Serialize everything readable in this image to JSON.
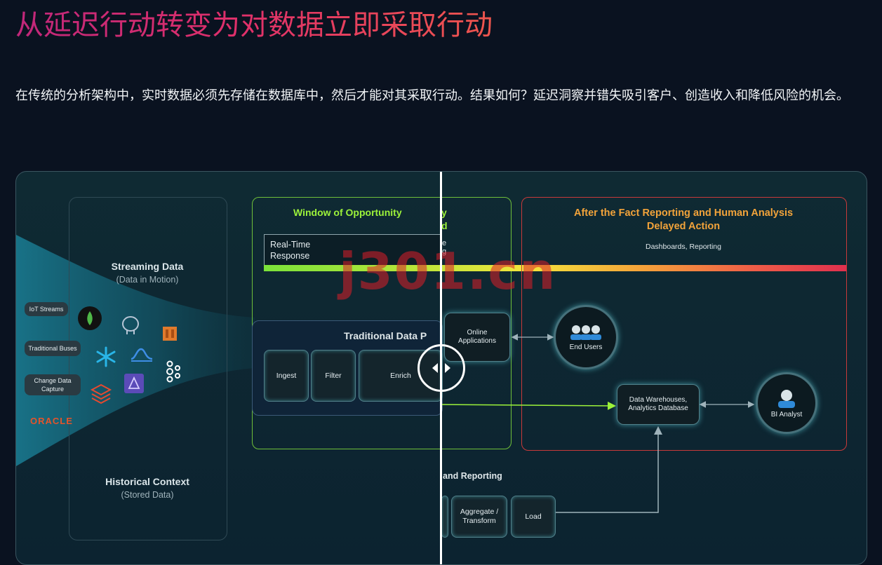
{
  "header": {
    "title": "从延迟行动转变为对数据立即采取行动",
    "intro": "在传统的分析架构中，实时数据必须先存储在数据库中，然后才能对其采取行动。结果如何？延迟洞察并错失吸引客户、创造收入和降低风险的机会。"
  },
  "sources": {
    "streaming_title": "Streaming Data",
    "streaming_sub": "(Data in Motion)",
    "historical_title": "Historical Context",
    "historical_sub": "(Stored Data)",
    "pills": [
      "IoT Streams",
      "Traditional Buses",
      "Change Data\nCapture"
    ],
    "oracle": "ORACLE",
    "logo_icons": [
      "mongodb-icon",
      "postgresql-icon",
      "aws-icon",
      "snowflake-icon",
      "flink-icon",
      "kafka-icon",
      "databricks-icon",
      "iceberg-icon"
    ]
  },
  "opportunity": {
    "title": "Window of Opportunity",
    "partial_y": "y",
    "partial_d": "d",
    "realtime": "Real-Time\nResponse",
    "partial_e": "e",
    "partial_g": "g"
  },
  "late": {
    "title": "After the Fact Reporting and Human Analysis\nDelayed Action",
    "subtitle": "Dashboards, Reporting"
  },
  "traditional": {
    "title": "Traditional Data P",
    "stages": [
      "Ingest",
      "Filter",
      "Enrich"
    ]
  },
  "nodes": {
    "online_apps": "Online\nApplications",
    "end_users": "End Users",
    "warehouse": "Data Warehouses,\nAnalytics Database",
    "bi_analyst": "BI Analyst"
  },
  "reporting": {
    "label": "and Reporting",
    "stages": [
      "Aggregate /\nTransform",
      "Load"
    ]
  },
  "watermark": "j301.cn",
  "colors": {
    "accent_green": "#9cf23a",
    "accent_orange": "#f2a33a",
    "late_border": "#c83a3a"
  }
}
